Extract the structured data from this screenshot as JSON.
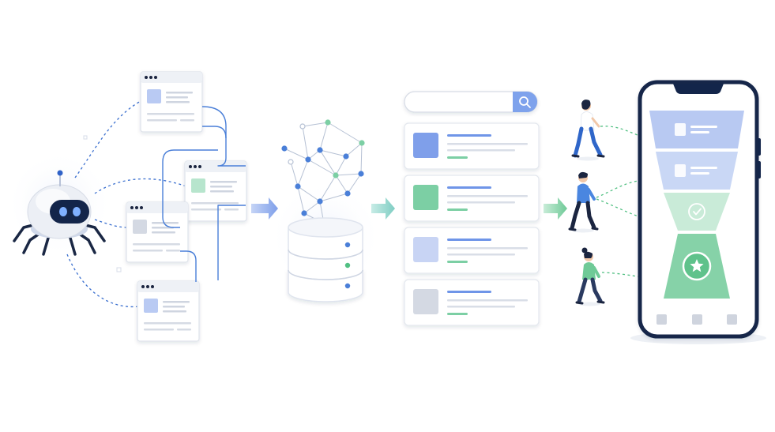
{
  "colors": {
    "blue": "#7f9fea",
    "blue_light": "#c8d4f4",
    "blue_pale": "#e4eafb",
    "green": "#7ccfa4",
    "green_light": "#c8ecd8",
    "navy": "#13254a",
    "line_blue": "#4a7fd8",
    "line_green": "#52c083",
    "frame_blue": "#8fb0ee",
    "card_border": "#e3e7ee",
    "gray_line": "#d9dee7"
  },
  "icons": {
    "robot": "spider-robot-icon",
    "database": "database-icon",
    "network": "network-graph-icon",
    "search": "search-icon",
    "phone": "smartphone-icon",
    "person": "person-walking-icon",
    "check": "check-icon",
    "star": "star-icon"
  },
  "search_box": {
    "value": ""
  },
  "web_pages": [
    {
      "accent": "blue"
    },
    {
      "accent": "green"
    },
    {
      "accent": "gray"
    },
    {
      "accent": "blue"
    }
  ],
  "result_cards": [
    {
      "accent": "blue"
    },
    {
      "accent": "green"
    },
    {
      "accent": "blue_light"
    },
    {
      "accent": "gray"
    }
  ],
  "funnel_stages": [
    {
      "icon": "document-icon"
    },
    {
      "icon": "document-icon"
    },
    {
      "icon": "check-icon"
    },
    {
      "icon": "star-icon"
    }
  ]
}
